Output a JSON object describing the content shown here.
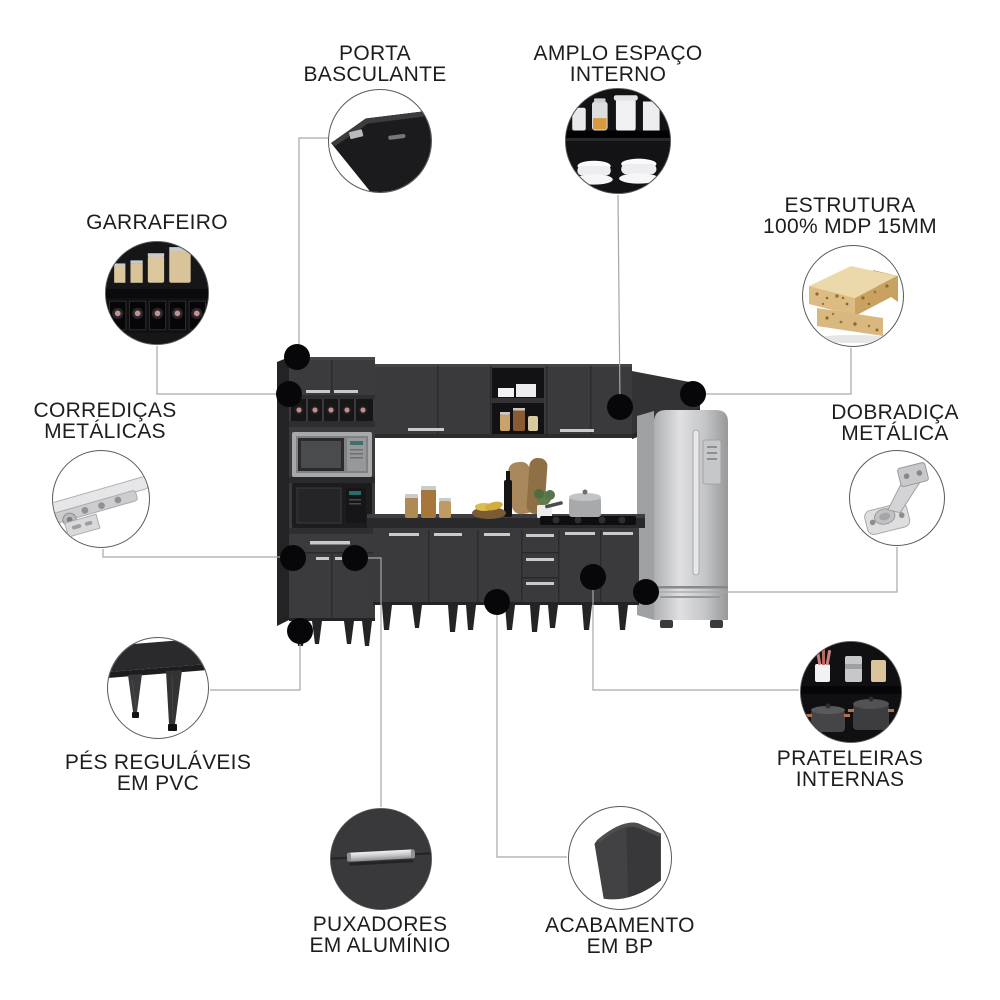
{
  "colors": {
    "background": "#ffffff",
    "text": "#1d1d1f",
    "connector_line": "#a6a6a8",
    "callout_dot": "#070709",
    "cabinet_graphite": "#3a3a3c",
    "cabinet_interior": "#131315",
    "steel_handle": "#c9cacc",
    "stainless_fridge": "#c3c4c6",
    "mdp_top": "#ecd9ab",
    "mdp_chipboard": "#d8b87e",
    "copper_handle": "#b5714e"
  },
  "callouts": [
    {
      "id": "porta-basculante",
      "label": "PORTA\nBASCULANTE",
      "icon": "tilting-door-icon"
    },
    {
      "id": "amplo-espaco-interno",
      "label": "AMPLO ESPAÇO\nINTERNO",
      "icon": "open-shelf-dishes-icon"
    },
    {
      "id": "garrafeiro",
      "label": "GARRAFEIRO",
      "icon": "bottle-rack-icon"
    },
    {
      "id": "estrutura-mdp",
      "label": "ESTRUTURA\n100% MDP 15MM",
      "icon": "mdp-board-icon"
    },
    {
      "id": "corredicas-metalicas",
      "label": "CORREDIÇAS\nMETÁLICAS",
      "icon": "metal-drawer-slide-icon"
    },
    {
      "id": "dobradica-metalica",
      "label": "DOBRADIÇA\nMETÁLICA",
      "icon": "metal-hinge-icon"
    },
    {
      "id": "pes-regulaveis-pvc",
      "label": "PÉS REGULÁVEIS\nEM PVC",
      "icon": "adjustable-feet-icon"
    },
    {
      "id": "prateleiras-internas",
      "label": "PRATELEIRAS\nINTERNAS",
      "icon": "internal-shelves-icon"
    },
    {
      "id": "puxadores-aluminio",
      "label": "PUXADORES\nEM ALUMÍNIO",
      "icon": "aluminum-handle-icon"
    },
    {
      "id": "acabamento-bp",
      "label": "ACABAMENTO\nEM BP",
      "icon": "bp-finish-icon"
    }
  ],
  "scene": {
    "subject": "modular-kitchen-cabinet-set-graphite",
    "parts": [
      "tall-cabinet",
      "wine-bottle-rack",
      "stainless-microwave",
      "black-oven",
      "wall-cabinets",
      "open-shelf-with-dishes",
      "cabinet-over-fridge",
      "stainless-refrigerator",
      "countertop-with-jars-fruit-plant",
      "cooktop-with-pot",
      "drawer-stack",
      "base-doors",
      "tapered-black-feet"
    ]
  }
}
